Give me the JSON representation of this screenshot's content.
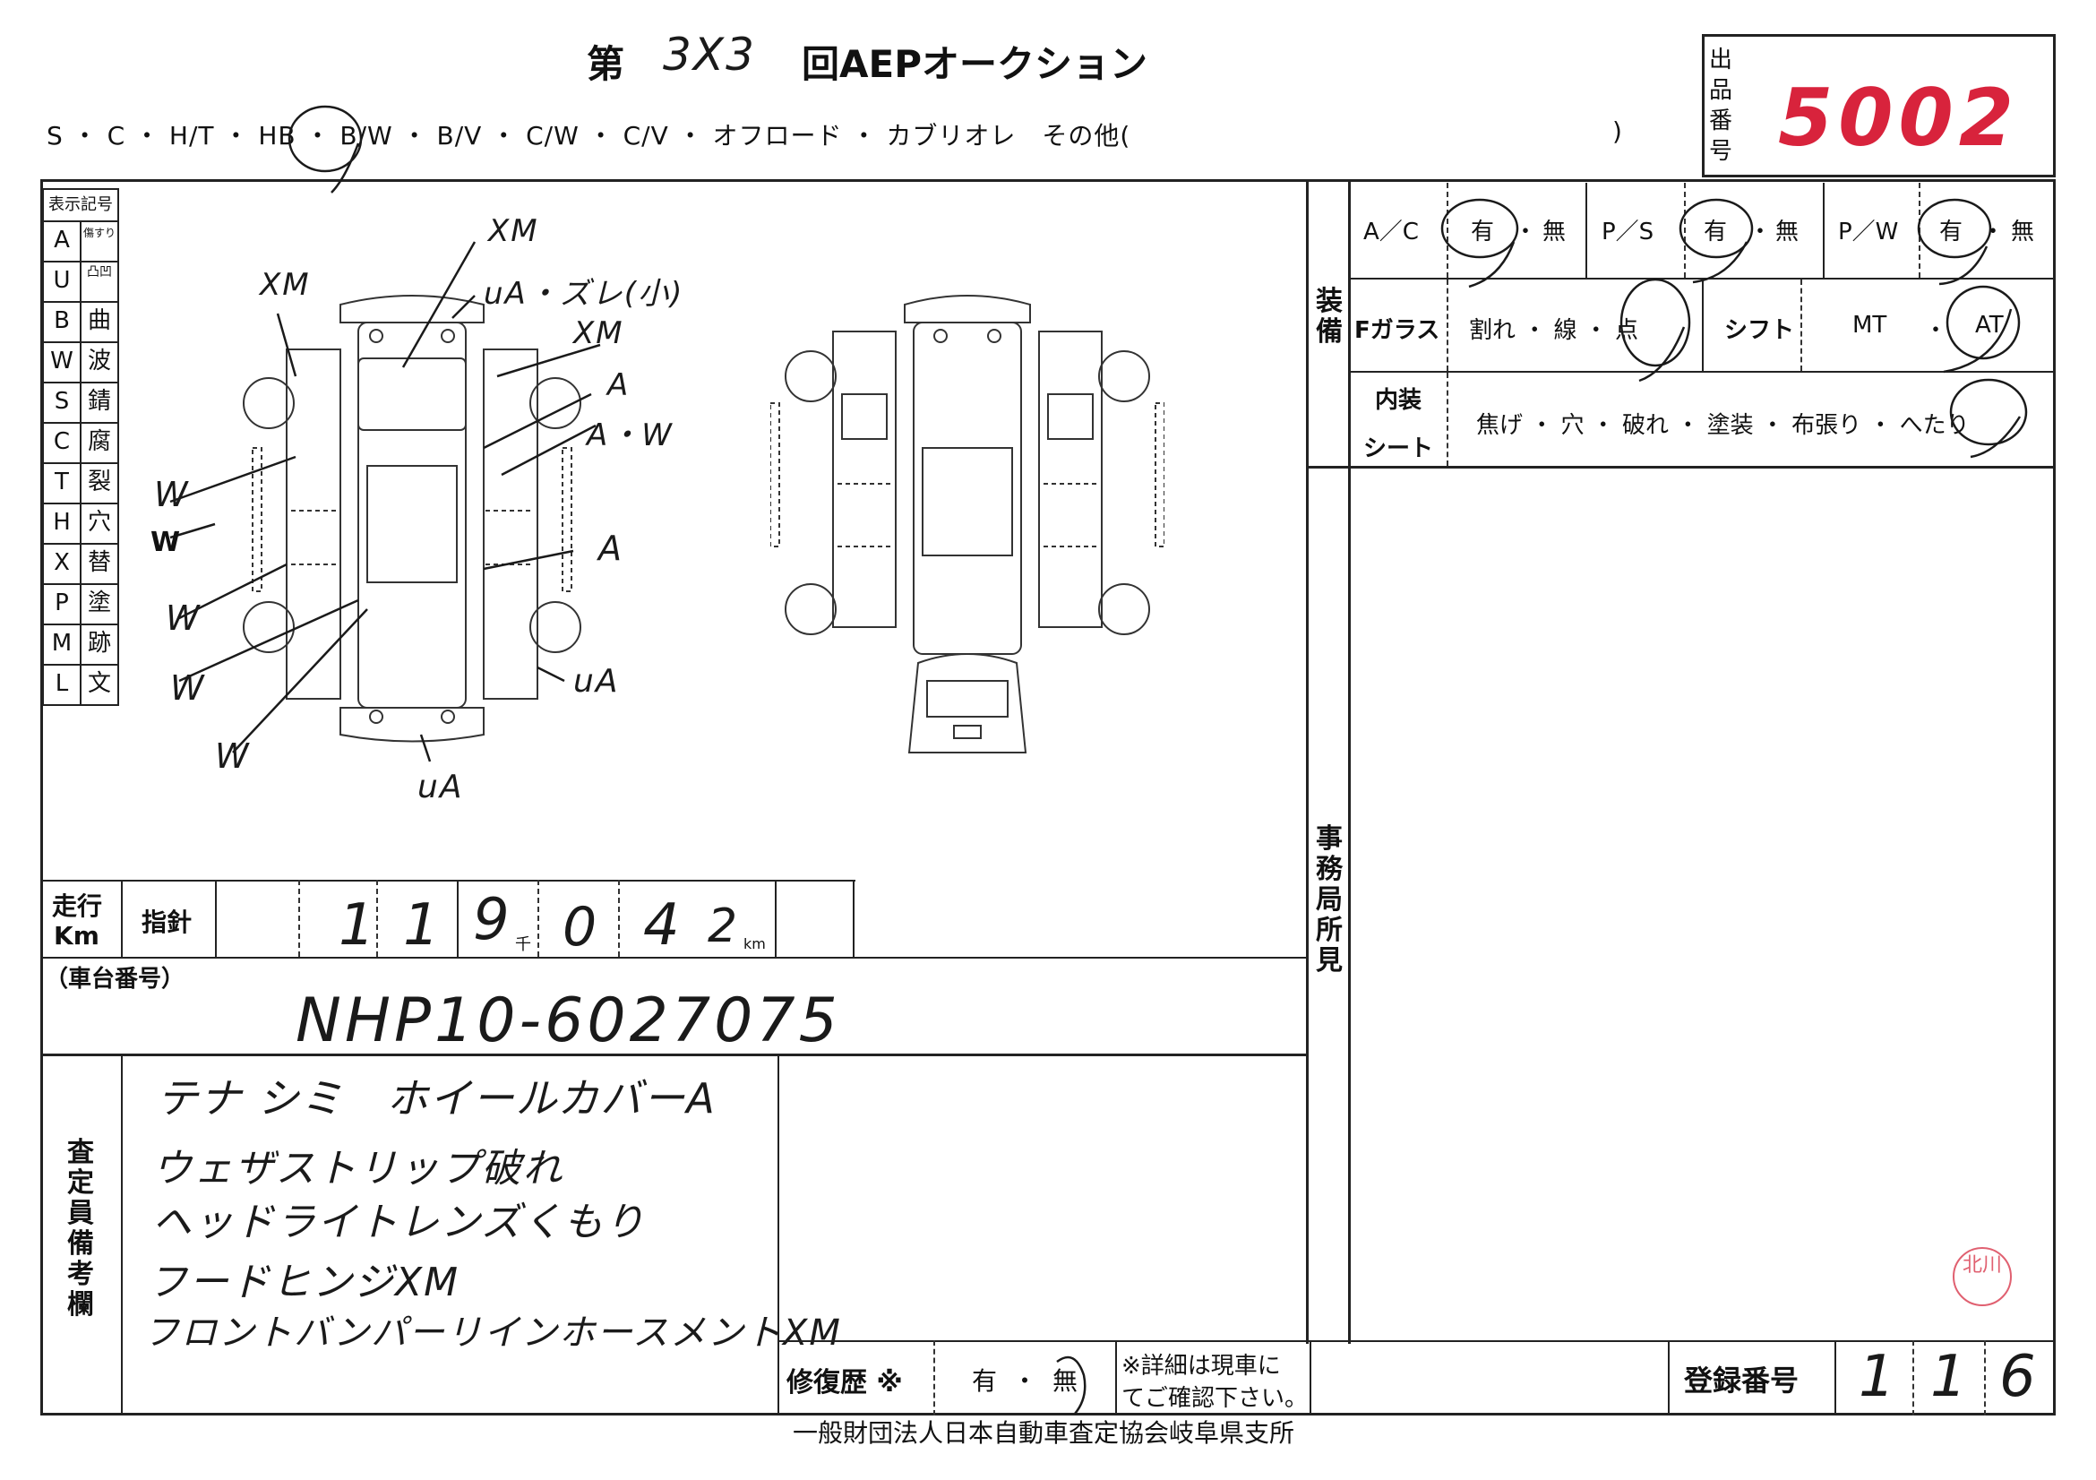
{
  "header": {
    "title_prefix": "第",
    "session_number": "3X3",
    "title_suffix": "回AEPオークション",
    "body_types": "S ・ C ・ H/T ・ HB ・ B/W ・ B/V ・ C/W ・ C/V ・ オフロード ・ カブリオレ　その他(",
    "body_types_close": ")",
    "lot_label": "出品番号",
    "lot_number": "5002"
  },
  "legend": {
    "title": "表示記号",
    "rows": [
      {
        "code": "A",
        "meaning": "傷すり"
      },
      {
        "code": "U",
        "meaning": "凸凹"
      },
      {
        "code": "B",
        "meaning": "曲"
      },
      {
        "code": "W",
        "meaning": "波"
      },
      {
        "code": "S",
        "meaning": "錆"
      },
      {
        "code": "C",
        "meaning": "腐"
      },
      {
        "code": "T",
        "meaning": "裂"
      },
      {
        "code": "H",
        "meaning": "穴"
      },
      {
        "code": "X",
        "meaning": "替"
      },
      {
        "code": "P",
        "meaning": "塗"
      },
      {
        "code": "M",
        "meaning": "跡"
      },
      {
        "code": "L",
        "meaning": "文"
      }
    ]
  },
  "damage_marks": [
    "XM",
    "XM",
    "XM",
    "uA・ズレ(小)",
    "A",
    "A・W",
    "W",
    "W",
    "W",
    "W",
    "A",
    "uA",
    "uA",
    "W"
  ],
  "equipment": {
    "section_label": "装備",
    "ac_label": "A／C",
    "ac_yes": "有",
    "ac_no": "無",
    "ps_label": "P／S",
    "ps_yes": "有",
    "ps_no": "無",
    "pw_label": "P／W",
    "pw_yes": "有",
    "pw_no": "無",
    "fglass_label": "Fガラス",
    "fglass_options": "割れ ・ 線 ・ 点",
    "shift_label": "シフト",
    "shift_mt": "MT",
    "shift_dot": "・",
    "shift_at": "AT",
    "interior_label_1": "内装",
    "interior_label_2": "シート",
    "interior_options": "焦げ ・ 穴 ・ 破れ ・ 塗装 ・ 布張り ・ へたり"
  },
  "office_label": "事務局所見",
  "odometer": {
    "label_1": "走行",
    "label_2": "Km",
    "needle_label": "指針",
    "digits": [
      "1",
      "1",
      "9",
      "0",
      "4",
      "2"
    ],
    "thousand_unit": "千",
    "km_unit": "km"
  },
  "chassis": {
    "label": "（車台番号）",
    "value": "NHP10-6027075"
  },
  "inspector_notes": {
    "label": "査定員備考欄",
    "lines": [
      "テナ シミ　ホイールカバーA",
      "ウェザストリップ破れ",
      "ヘッドライトレンズくもり",
      "フードヒンジXM",
      "フロントバンパーリインホースメントXM"
    ]
  },
  "repair_history": {
    "label": "修復歴 ※",
    "yes": "有",
    "dot": "・",
    "no": "無",
    "note_1": "※詳細は現車に",
    "note_2": "てご確認下さい。"
  },
  "registration": {
    "label": "登録番号",
    "digits": [
      "1",
      "1",
      "6"
    ]
  },
  "stamp_text": "北川",
  "footer": "一般財団法人日本自動車査定協会岐阜県支所",
  "colors": {
    "ink": "#222222",
    "lot_red": "#d8233c",
    "stamp_red": "#e06070"
  }
}
